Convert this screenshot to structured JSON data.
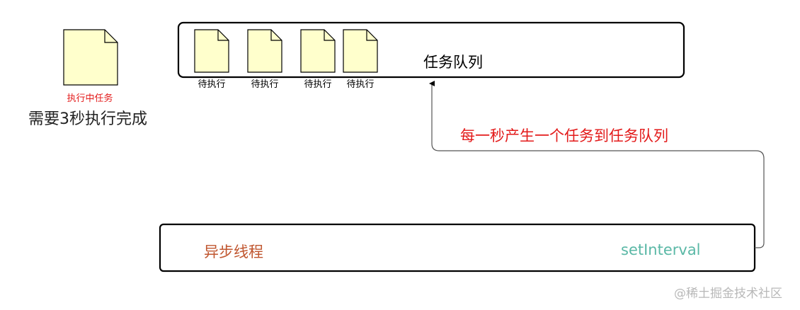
{
  "current_task": {
    "label": "执行中任务",
    "caption": "需要3秒执行完成"
  },
  "queue": {
    "title": "任务队列",
    "items": [
      {
        "label": "待执行"
      },
      {
        "label": "待执行"
      },
      {
        "label": "待执行"
      },
      {
        "label": "待执行"
      }
    ]
  },
  "arrow_label": "每一秒产生一个任务到任务队列",
  "thread": {
    "title": "异步线程",
    "api": "setInterval"
  },
  "watermark": "@稀土掘金技术社区",
  "colors": {
    "doc_fill": "#ffffcc",
    "stroke": "#000000",
    "red_text": "#e31a1a",
    "brown_text": "#c0562f",
    "teal_text": "#5ab8a6",
    "watermark": "#b8b8b8",
    "connector": "#555555"
  }
}
